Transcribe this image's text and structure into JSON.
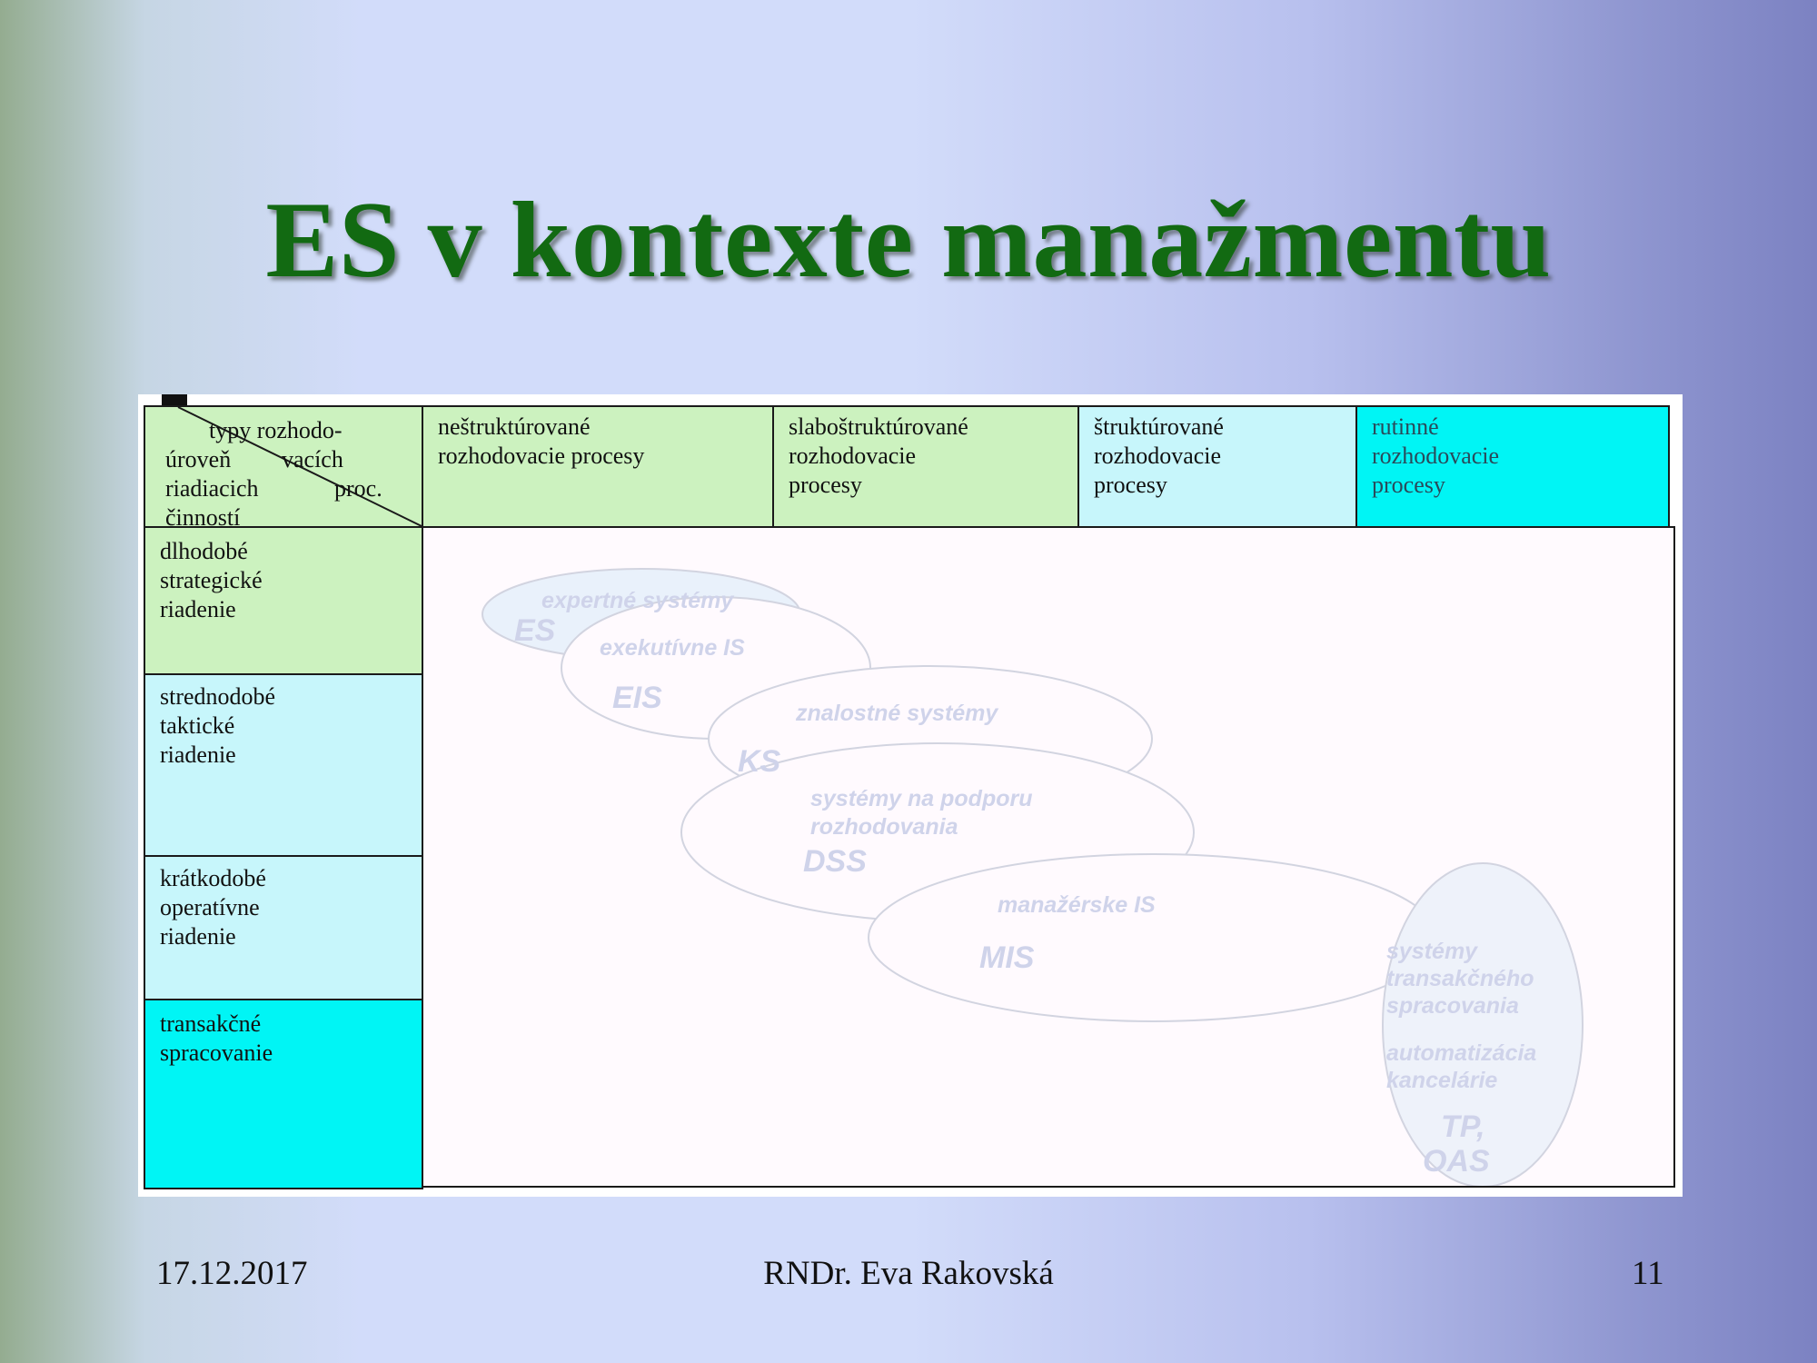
{
  "slide": {
    "title": "ES v kontexte manažmentu",
    "footer": {
      "date": "17.12.2017",
      "author": "RNDr. Eva Rakovská",
      "page": "11"
    }
  },
  "colors": {
    "title": "#126a12",
    "green_cell": "#ccf2bf",
    "light_cyan_cell": "#c7f6fb",
    "cyan_cell": "#00f5f5",
    "ellipse_text": "#cfd3ea"
  },
  "table": {
    "corner": {
      "top_text": "typy rozhodo-",
      "line2_left": "úroveň",
      "line2_right": "vacích",
      "line3_left": "riadiacich",
      "line3_right": "proc.",
      "line4": "činností"
    },
    "columns": [
      "neštruktúrované\nrozhodovacie procesy",
      "slaboštruktúrované\nrozhodovacie\nprocesy",
      "štruktúrované\nrozhodovacie\nprocesy",
      "rutinné\nrozhodovacie\nprocesy"
    ],
    "rows": [
      "dlhodobé\nstrategické\nriadenie",
      "strednodobé\ntaktické\n riadenie",
      "krátkodobé\noperatívne\nriadenie",
      "transakčné\nspracovanie"
    ]
  },
  "systems": [
    {
      "label": "expertné systémy",
      "abbr": "ES"
    },
    {
      "label": "exekutívne IS",
      "abbr": "EIS"
    },
    {
      "label": "znalostné systémy",
      "abbr": "KS"
    },
    {
      "label_line1": "systémy na podporu",
      "label_line2": "rozhodovania",
      "abbr": "DSS"
    },
    {
      "label": "manažérske IS",
      "abbr": "MIS"
    },
    {
      "label_line1": "systémy",
      "label_line2": "transakčného",
      "label_line3": "spracovania",
      "label_line4": "automatizácia",
      "label_line5": "kancelárie",
      "abbr_line1": "TP,",
      "abbr_line2": "OAS"
    }
  ]
}
